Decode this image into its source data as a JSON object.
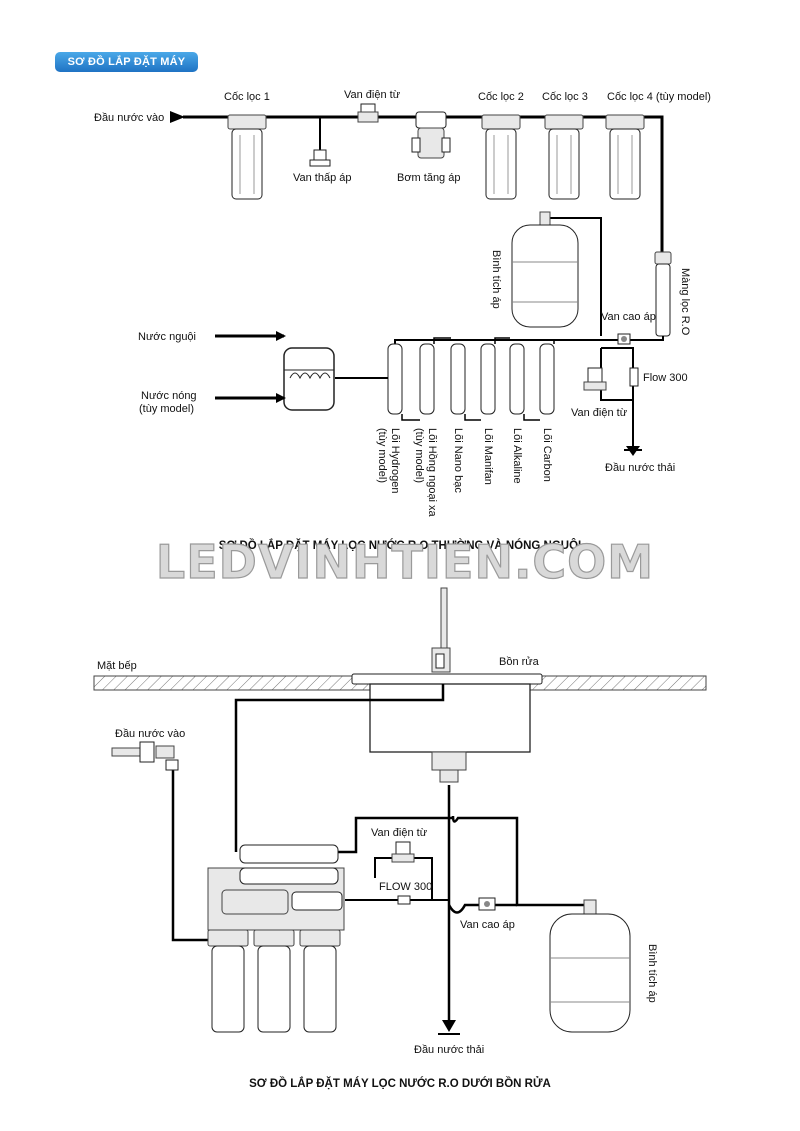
{
  "header": {
    "badge": "SƠ ĐỒ LẮP ĐẶT MÁY"
  },
  "diagram1": {
    "title": "SƠ ĐỒ LẮP ĐẶT MÁY LỌC NƯỚC R.O THƯỜNG VÀ NÓNG NGUỘI",
    "inlet": "Đầu nước vào",
    "filter1": "Cốc lọc 1",
    "solenoid_top": "Van điện từ",
    "filter2": "Cốc lọc 2",
    "filter3": "Cốc lọc 3",
    "filter4": "Cốc lọc 4 (tùy model)",
    "low_pressure": "Van thấp áp",
    "booster_pump": "Bơm tăng áp",
    "pressure_tank": "Bình tích áp",
    "ro_membrane": "Màng lọc R.O",
    "high_pressure": "Van cao áp",
    "flow": "Flow 300",
    "solenoid_bottom": "Van điện từ",
    "drain": "Đầu nước thải",
    "cold_water": "Nước nguội",
    "hot_water_1": "Nước nóng",
    "hot_water_2": "(tùy model)",
    "cores": [
      {
        "line1": "Lõi Hydrogen",
        "line2": "(tùy model)"
      },
      {
        "line1": "Lõi Hồng ngoại xa",
        "line2": "(tùy model)"
      },
      {
        "line1": "Lõi Nano bạc",
        "line2": ""
      },
      {
        "line1": "Lõi Manifan",
        "line2": ""
      },
      {
        "line1": "Lõi Alkaline",
        "line2": ""
      },
      {
        "line1": "Lõi Carbon",
        "line2": ""
      }
    ]
  },
  "watermark": "LEDVINHTIEN.COM",
  "diagram2": {
    "title": "SƠ ĐỒ LẮP ĐẶT MÁY LỌC NƯỚC R.O DƯỚI BỒN RỬA",
    "countertop": "Mặt bếp",
    "sink": "Bồn rửa",
    "inlet": "Đầu nước vào",
    "solenoid": "Van điện từ",
    "flow": "FLOW 300",
    "high_pressure": "Van cao áp",
    "pressure_tank": "Bình tích áp",
    "drain": "Đầu nước thải"
  }
}
